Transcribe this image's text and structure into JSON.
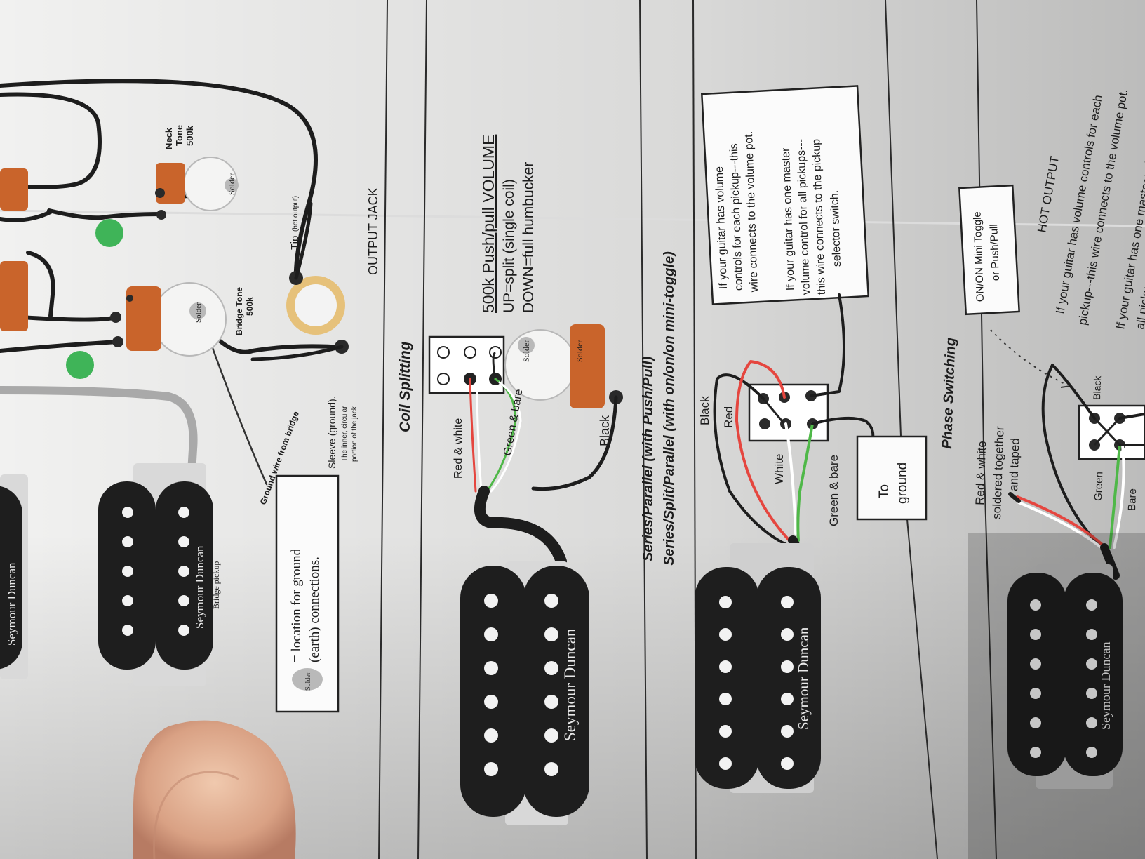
{
  "sections": {
    "coil_splitting": {
      "heading": "Coil Splitting",
      "volume_title": "500k Push/pull VOLUME",
      "volume_up": "UP=split (single coil)",
      "volume_down": "DOWN=full humbucker",
      "red_white": "Red & white",
      "green_bare": "Green & bare",
      "black": "Black",
      "solder": "Solder"
    },
    "series_parallel": {
      "heading_1": "Series/Parallel (with Push/Pull)",
      "heading_2": "Series/Split/Parallel (with on/on/on mini-toggle)",
      "note_1": [
        "If your guitar has volume",
        "controls for each pickup---this",
        "wire connects to the volume pot."
      ],
      "note_2": [
        "If your guitar has one master",
        "volume control for all pickups---",
        "this wire connects to the pickup",
        "selector switch."
      ],
      "black": "Black",
      "red": "Red",
      "white": "White",
      "green_bare": "Green & bare",
      "to_ground": [
        "To",
        "ground"
      ]
    },
    "phase_switching": {
      "heading": "Phase Switching",
      "toggle_box": [
        "ON/ON Mini Toggle",
        "or Push/Pull"
      ],
      "red_white_taped": [
        "Red & white",
        "soldered together",
        "and taped"
      ],
      "black": "Black",
      "green": "Green",
      "bare": "Bare",
      "hot_output": "HOT OUTPUT",
      "note_1": [
        "If your guitar has volume controls for each",
        "pickup---this wire connects to the volume pot."
      ],
      "note_2": [
        "If your guitar has one master volume control for",
        "all pickups---this wire connects..."
      ]
    },
    "main_wiring": {
      "neck_tone": [
        "Neck",
        "Tone",
        "500k"
      ],
      "bridge_tone": [
        "Bridge Tone",
        "500k"
      ],
      "tip": "Tip",
      "tip_note": "(hot output)",
      "output_jack": "OUTPUT JACK",
      "sleeve": "Sleeve (ground).",
      "sleeve_note": [
        "The inner, circular",
        "portion of the jack"
      ],
      "ground_wire": "Ground wire from bridge",
      "solder_legend": [
        "= location for ground",
        "(earth) connections."
      ],
      "bridge_pickup": "Bridge pickup",
      "solder": "Solder"
    },
    "brand": "Seymour Duncan"
  },
  "colors": {
    "paper": "#f1f1f0",
    "ink": "#1d1d1d",
    "wire_red": "#e5463f",
    "wire_green": "#4fb848",
    "wire_white": "#ffffff",
    "pickup_black": "#1e1e1e",
    "baseplate": "#d6d6d6",
    "lug_orange": "#c9642b",
    "solder_green": "#3fb458",
    "jack_ring": "#e6c17a"
  },
  "icons": [
    "humbucker-pickup",
    "potentiometer",
    "output-jack",
    "toggle-switch"
  ]
}
